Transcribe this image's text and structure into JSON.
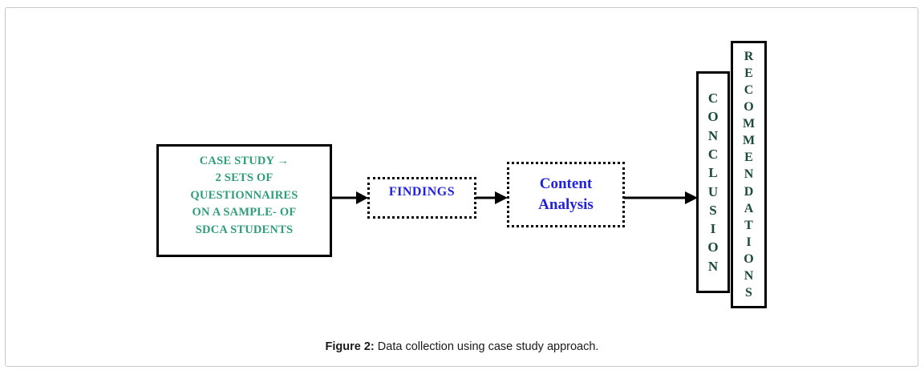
{
  "figure": {
    "caption_label": "Figure 2:",
    "caption_text": " Data collection using case study approach.",
    "frame_color": "#c8c8c8",
    "background": "#ffffff"
  },
  "colors": {
    "green_text": "#2e9e78",
    "dark_green_text": "#1b4a38",
    "blue_text": "#2222dd",
    "stroke": "#000000"
  },
  "nodes": [
    {
      "id": "case-study",
      "label": "CASE STUDY →\n2 SETS OF\nQUESTIONNAIRES\nON A SAMPLE- OF\nSDCA STUDENTS",
      "border_style": "solid",
      "text_color": "#2e9e78",
      "orientation": "horizontal"
    },
    {
      "id": "findings",
      "label": "FINDINGS",
      "border_style": "dotted",
      "text_color": "#2222dd",
      "orientation": "horizontal"
    },
    {
      "id": "content-analysis",
      "label": "Content\nAnalysis",
      "border_style": "dotted",
      "text_color": "#2222dd",
      "orientation": "horizontal"
    },
    {
      "id": "conclusion",
      "label": "CONCLUSION",
      "letters": [
        "C",
        "O",
        "N",
        "C",
        "L",
        "U",
        "S",
        "I",
        "O",
        "N"
      ],
      "border_style": "solid",
      "text_color": "#1b4a38",
      "orientation": "vertical-stacked"
    },
    {
      "id": "recommendations",
      "label": "RECOMMENDATIONS",
      "letters": [
        "R",
        "E",
        "C",
        "O",
        "M",
        "M",
        "E",
        "N",
        "D",
        "A",
        "T",
        "I",
        "O",
        "N",
        "S"
      ],
      "border_style": "solid",
      "text_color": "#1b4a38",
      "orientation": "vertical-stacked"
    }
  ],
  "connectors": [
    {
      "id": "arrow-case-study-to-findings",
      "from": "case-study",
      "to": "findings",
      "style": "solid-arrow"
    },
    {
      "id": "arrow-findings-to-content-analysis",
      "from": "findings",
      "to": "content-analysis",
      "style": "solid-arrow"
    },
    {
      "id": "arrow-content-analysis-to-conclusion",
      "from": "content-analysis",
      "to": "conclusion",
      "style": "solid-arrow"
    }
  ]
}
